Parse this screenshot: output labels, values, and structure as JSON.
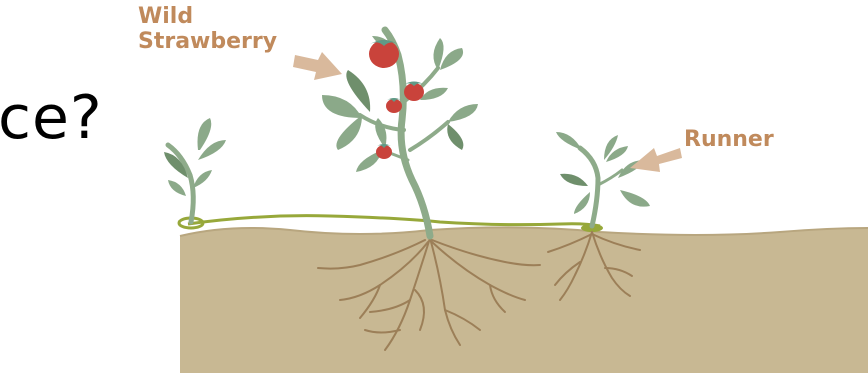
{
  "fragment_text": "ce?",
  "labels": {
    "wild_line1": "Wild",
    "wild_line2": "Strawberry",
    "runner": "Runner"
  },
  "colors": {
    "label": "#c08a5c",
    "arrow": "#d9b99c",
    "soil": "#c8b893",
    "soil_edge": "#b8a67f",
    "stem": "#8eab8a",
    "leaf": "#8ba989",
    "leaf_dark": "#6f8f6c",
    "runner_line": "#97a83a",
    "root": "#9c7f58",
    "berry": "#c9433b",
    "berry_cap": "#5f9a86"
  }
}
